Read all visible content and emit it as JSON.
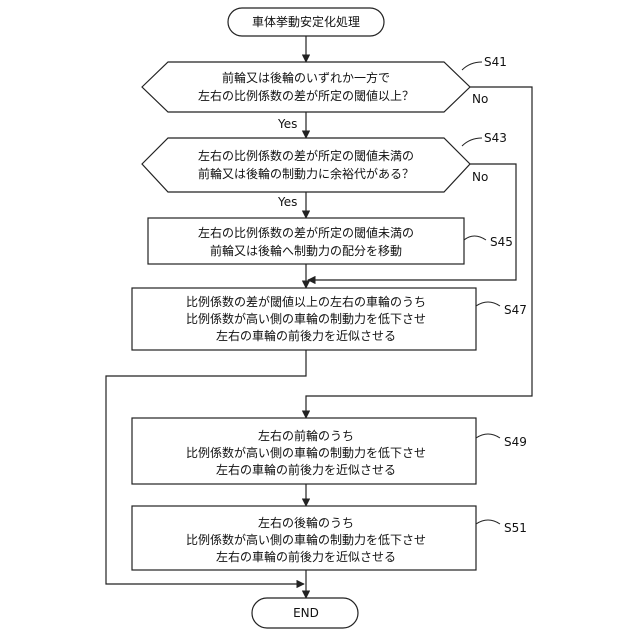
{
  "start": {
    "label": "車体挙動安定化処理"
  },
  "end": {
    "label": "END"
  },
  "s41": {
    "step": "S41",
    "lines": [
      "前輪又は後輪のいずれか一方で",
      "左右の比例係数の差が所定の閾値以上？"
    ],
    "yes": "Yes",
    "no": "No"
  },
  "s43": {
    "step": "S43",
    "lines": [
      "左右の比例係数の差が所定の閾値未満の",
      "前輪又は後輪の制動力に余裕代がある？"
    ],
    "yes": "Yes",
    "no": "No"
  },
  "s45": {
    "step": "S45",
    "lines": [
      "左右の比例係数の差が所定の閾値未満の",
      "前輪又は後輪へ制動力の配分を移動"
    ]
  },
  "s47": {
    "step": "S47",
    "lines": [
      "比例係数の差が閾値以上の左右の車輪のうち",
      "比例係数が高い側の車輪の制動力を低下させ",
      "左右の車輪の前後力を近似させる"
    ]
  },
  "s49": {
    "step": "S49",
    "lines": [
      "左右の前輪のうち",
      "比例係数が高い側の車輪の制動力を低下させ",
      "左右の車輪の前後力を近似させる"
    ]
  },
  "s51": {
    "step": "S51",
    "lines": [
      "左右の後輪のうち",
      "比例係数が高い側の車輪の制動力を低下させ",
      "左右の車輪の前後力を近似させる"
    ]
  }
}
